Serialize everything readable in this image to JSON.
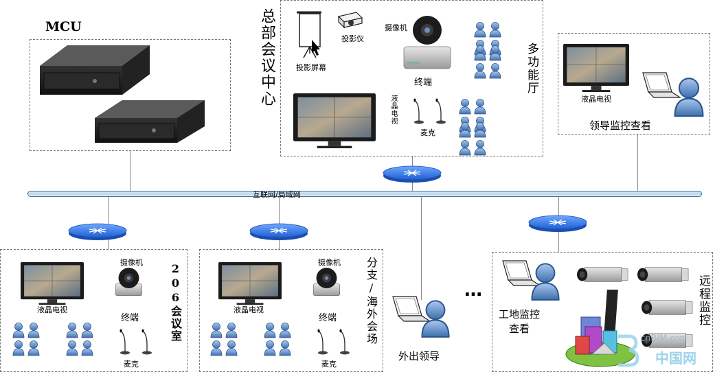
{
  "mcu": {
    "title": "MCU"
  },
  "network": {
    "label": "互联网/局域网"
  },
  "hq": {
    "title": "总部会议中心",
    "hall": "多功能厅",
    "screen": "投影屏幕",
    "projector": "投影仪",
    "camera": "摄像机",
    "terminal": "终端",
    "lcd": "液晶电视",
    "mic": "麦克"
  },
  "leader": {
    "lcd": "液晶电视",
    "title": "领导监控查看"
  },
  "room206": {
    "title": "206会议室",
    "lcd": "液晶电视",
    "camera": "摄像机",
    "terminal": "终端",
    "mic": "麦克"
  },
  "branch": {
    "title": "分支/海外会场",
    "lcd": "液晶电视",
    "camera": "摄像机",
    "terminal": "终端",
    "mic": "麦克"
  },
  "travel": {
    "title": "外出领导"
  },
  "ellipsis": "…",
  "remote": {
    "site_view": "工地监控\n查看",
    "title": "远程监控"
  },
  "watermark": {
    "top": "cnBIM.org",
    "bottom": "中国网"
  }
}
